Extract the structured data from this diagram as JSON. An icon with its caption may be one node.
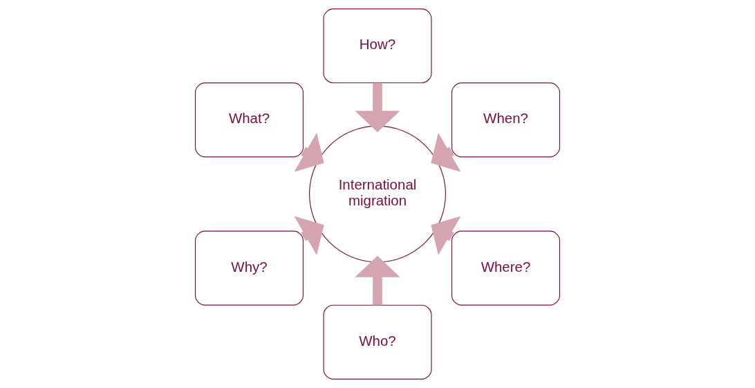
{
  "diagram": {
    "nodes": [
      {
        "text": [
          "When?"
        ]
      },
      {
        "text": [
          "How?"
        ]
      },
      {
        "text": [
          "What?"
        ]
      },
      {
        "text": [
          "Why?"
        ]
      },
      {
        "text": [
          "Who?"
        ]
      },
      {
        "text": [
          "International migration"
        ]
      },
      {
        "text": [
          "Where?"
        ]
      }
    ],
    "edges": [
      {
        "from": 0,
        "to": 5,
        "arrow": "to"
      },
      {
        "from": 1,
        "to": 5,
        "arrow": "to"
      },
      {
        "from": 2,
        "to": 5,
        "arrow": "to"
      },
      {
        "from": 3,
        "to": 5,
        "arrow": "to"
      },
      {
        "from": 4,
        "to": 5,
        "arrow": "to"
      },
      {
        "from": 6,
        "to": 5,
        "arrow": "to"
      }
    ]
  }
}
